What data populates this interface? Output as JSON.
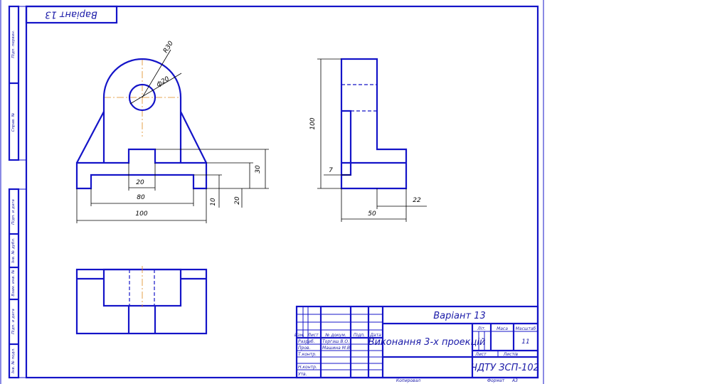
{
  "sheet": {
    "corner_label": "Варіант 13",
    "side_labels": [
      "Підп. первин.",
      "Справ. №",
      "Підп. и дата",
      "Інв. № дубл.",
      "Взам. инв. №",
      "Підп. и дата",
      "Інв. № подл."
    ]
  },
  "front_view": {
    "radius_label": "R30",
    "hole_label": "ф20",
    "dim_slot_top": "20",
    "dim_slot_base": "80",
    "dim_width": "100",
    "dim_height_10": "10",
    "dim_height_20": "20",
    "dim_height_30": "30"
  },
  "side_view": {
    "dim_height": "100",
    "dim_7": "7",
    "dim_22": "22",
    "dim_50": "50"
  },
  "title_block": {
    "variant": "Варіант 13",
    "title": "Виконання 3-х проекцій",
    "code": "ЧДТУ ЗСП-102",
    "col_lit": "Літ.",
    "col_mass": "Маса",
    "col_scale": "Масштаб",
    "scale_value": "11",
    "col_sheet": "Лист",
    "col_sheets": "Листів",
    "row_headers": [
      "Изм.",
      "Лист",
      "№ докум.",
      "Підп.",
      "Дата"
    ],
    "rows": [
      {
        "role": "Разраб.",
        "name": "Торгаш В.О."
      },
      {
        "role": "Пров.",
        "name": "Машина М.В."
      },
      {
        "role": "Т.контр.",
        "name": ""
      },
      {
        "role": "Н.контр.",
        "name": ""
      },
      {
        "role": "Утв.",
        "name": ""
      }
    ],
    "copied": "Копирoвал",
    "format_label": "Формат",
    "format_value": "A3"
  }
}
